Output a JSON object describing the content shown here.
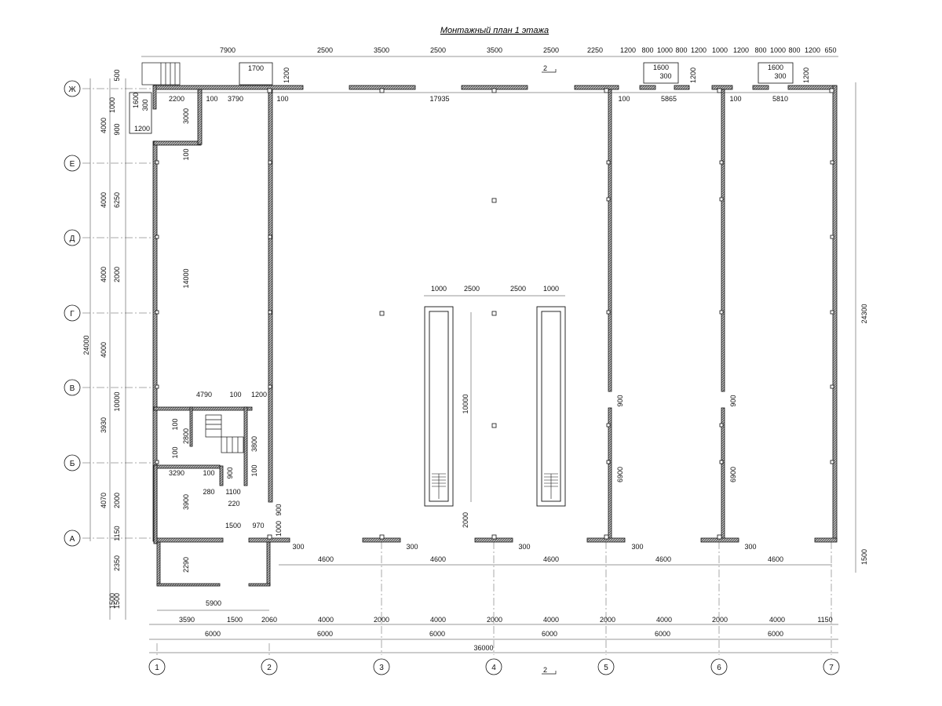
{
  "title": "Монтажный план 1 этажа",
  "section_mark": "2",
  "colors": {
    "ink": "#111111",
    "wall_fill": "#9a9a9a",
    "paper": "#ffffff"
  },
  "axes": {
    "vertical": [
      "1",
      "2",
      "3",
      "4",
      "5",
      "6",
      "7"
    ],
    "horizontal": [
      "Ж",
      "Е",
      "Д",
      "Г",
      "В",
      "Б",
      "А"
    ]
  },
  "dims": {
    "top": [
      "7900",
      "2500",
      "3500",
      "2500",
      "3500",
      "2500",
      "2250",
      "1200",
      "800",
      "1000",
      "800",
      "1200",
      "1000",
      "1200",
      "800",
      "1000",
      "800",
      "1200",
      "650"
    ],
    "top_windows": [
      "1700",
      "1600",
      "300",
      "1600",
      "300"
    ],
    "top_inner": [
      "2200",
      "100",
      "3790",
      "100",
      "17935",
      "100",
      "5865",
      "100",
      "5810"
    ],
    "top_small": [
      "1200",
      "1200",
      "1200"
    ],
    "left_outer": [
      "24000"
    ],
    "left_mid": [
      "4000",
      "4000",
      "4000",
      "4000",
      "3930",
      "4070",
      "2350",
      "1500"
    ],
    "left_inner": [
      "500",
      "6250",
      "2000",
      "10000",
      "2000",
      "1150",
      "1500",
      "900",
      "1000"
    ],
    "left_corner": [
      "1600",
      "300",
      "1200",
      "3000"
    ],
    "right": [
      "24300",
      "1500"
    ],
    "interior_left": [
      "100",
      "14000",
      "4790",
      "100",
      "1200",
      "100",
      "2800",
      "100",
      "3800",
      "3290",
      "100",
      "900",
      "100",
      "280",
      "1100",
      "220",
      "3900",
      "1500",
      "970",
      "1000",
      "900",
      "2290",
      "5900"
    ],
    "interior_main": [
      "1000",
      "2500",
      "2500",
      "1000",
      "10000",
      "2000",
      "900",
      "6900",
      "900",
      "6900"
    ],
    "front": [
      "300",
      "4600",
      "300",
      "4600",
      "300",
      "4600",
      "300",
      "4600",
      "300",
      "4600"
    ],
    "bottom1": [
      "3590",
      "1500",
      "2060",
      "4000",
      "2000",
      "4000",
      "2000",
      "4000",
      "2000",
      "4000",
      "2000",
      "4000",
      "1150"
    ],
    "bottom2": [
      "6000",
      "6000",
      "6000",
      "6000",
      "6000",
      "6000"
    ],
    "bottom_total": "36000"
  }
}
